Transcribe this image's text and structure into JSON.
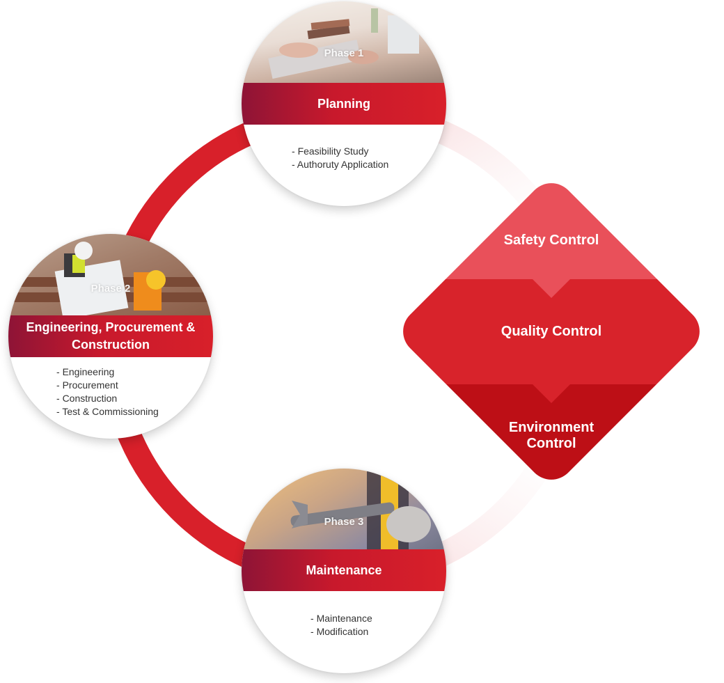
{
  "phases": [
    {
      "phase_label": "Phase 1",
      "title": "Planning",
      "items": [
        "Feasibility Study",
        "Authoruty Application"
      ]
    },
    {
      "phase_label": "Phase 2",
      "title": "Engineering, Procurement & Construction",
      "items": [
        "Engineering",
        "Procurement",
        "Construction",
        "Test & Commissioning"
      ]
    },
    {
      "phase_label": "Phase 3",
      "title": "Maintenance",
      "items": [
        "Maintenance",
        "Modification"
      ]
    }
  ],
  "controls": {
    "safety": "Safety Control",
    "quality": "Quality Control",
    "environment": "Environment Control"
  },
  "colors": {
    "ring_red": "#d8202a",
    "band_dark": "#8e1436",
    "safety_tier": "#e9505a",
    "quality_tier": "#d8232b",
    "environment_tier": "#bd0f16"
  }
}
